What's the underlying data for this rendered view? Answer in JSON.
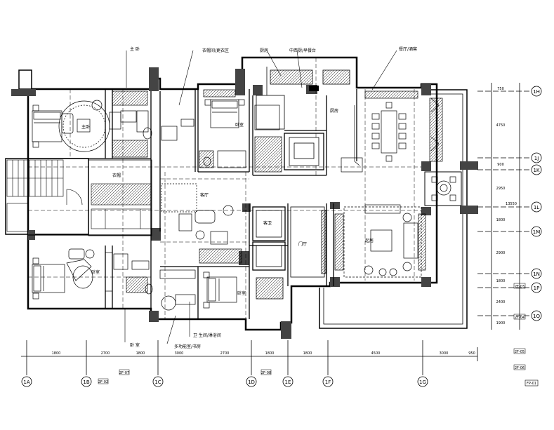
{
  "drawing": {
    "sheet_tag": "FP-01"
  },
  "callouts": [
    {
      "id": "c1",
      "text": "主 卧"
    },
    {
      "id": "c2",
      "text": "衣帽间/更衣区"
    },
    {
      "id": "c3",
      "text": "厨房"
    },
    {
      "id": "c4",
      "text": "中西厨/早餐台"
    },
    {
      "id": "c5",
      "text": "餐厅/酒窖"
    },
    {
      "id": "c6",
      "text": "卧 室"
    },
    {
      "id": "c7",
      "text": "多功能室/书房"
    },
    {
      "id": "c8",
      "text": "卫 生间/淋浴间"
    }
  ],
  "rooms": [
    {
      "id": "r1",
      "label": "主卧"
    },
    {
      "id": "r2",
      "label": "客厅"
    },
    {
      "id": "r3",
      "label": "起居"
    },
    {
      "id": "r4",
      "label": "卧室"
    },
    {
      "id": "r5",
      "label": "卧室"
    },
    {
      "id": "r6",
      "label": "厨房"
    },
    {
      "id": "r7",
      "label": "衣帽"
    },
    {
      "id": "r8",
      "label": "客卫"
    },
    {
      "id": "r9",
      "label": "卧室"
    },
    {
      "id": "r10",
      "label": "门厅"
    }
  ],
  "grid_bottom": [
    "1A",
    "1B",
    "1C",
    "1D",
    "1E",
    "1F",
    "1G"
  ],
  "grid_right": [
    "1H",
    "1J",
    "1K",
    "1L",
    "1M",
    "1N",
    "1P",
    "1Q"
  ],
  "dims_bottom": [
    "1800",
    "2700",
    "1800",
    "3000",
    "2700",
    "1800",
    "1800",
    "4500",
    "3000",
    "950"
  ],
  "dims_right_inner": [
    "750",
    "4750",
    "900",
    "2950",
    "1800",
    "2900",
    "1800",
    "2400",
    "1900"
  ],
  "dims_right_outer": [
    "13550"
  ],
  "side_tags": [
    "2F-03",
    "2F-04",
    "2F-05",
    "2F-06"
  ],
  "bottom_tags": [
    "2F-02",
    "2F-07",
    "2F-08"
  ]
}
